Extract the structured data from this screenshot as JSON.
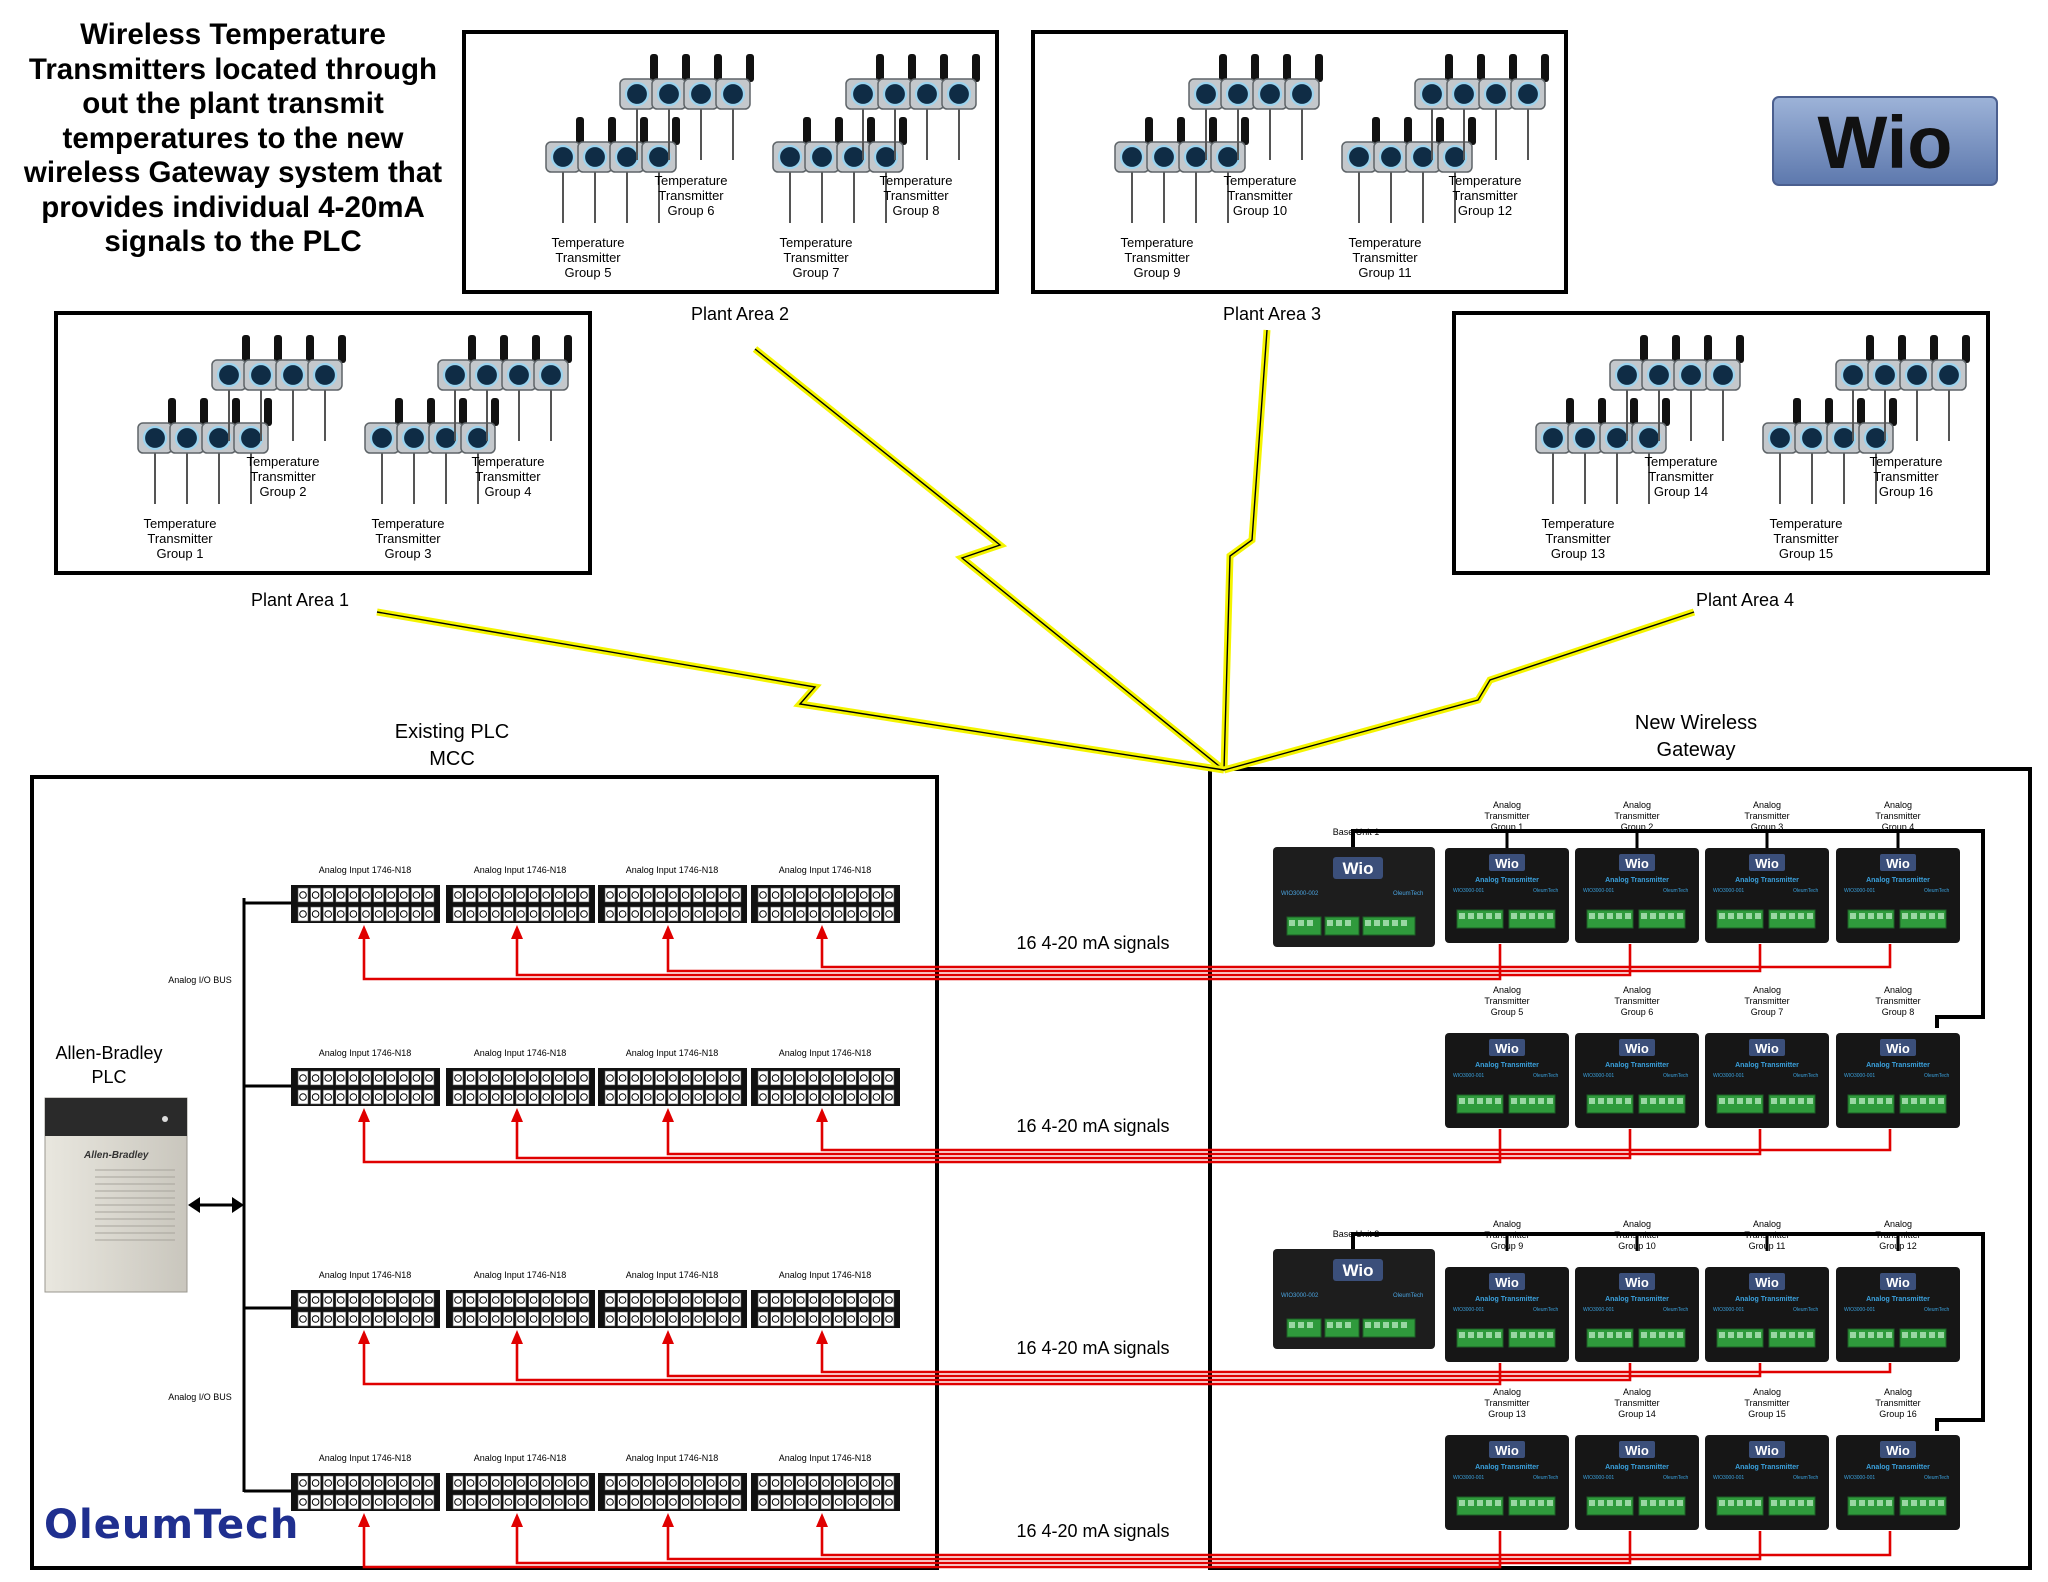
{
  "title": "Wireless Temperature Transmitters located through out the plant transmit temperatures to the new wireless Gateway system that provides individual 4-20mA signals to the PLC",
  "logo_text": "Wio",
  "brand": "OleumTech",
  "plant_areas": [
    {
      "label": "Plant Area 1",
      "groups": [
        {
          "line1": "Temperature",
          "line2": "Transmitter",
          "line3": "Group 1"
        },
        {
          "line1": "Temperature",
          "line2": "Transmitter",
          "line3": "Group 2"
        },
        {
          "line1": "Temperature",
          "line2": "Transmitter",
          "line3": "Group 3"
        },
        {
          "line1": "Temperature",
          "line2": "Transmitter",
          "line3": "Group 4"
        }
      ]
    },
    {
      "label": "Plant Area 2",
      "groups": [
        {
          "line1": "Temperature",
          "line2": "Transmitter",
          "line3": "Group 5"
        },
        {
          "line1": "Temperature",
          "line2": "Transmitter",
          "line3": "Group 6"
        },
        {
          "line1": "Temperature",
          "line2": "Transmitter",
          "line3": "Group 7"
        },
        {
          "line1": "Temperature",
          "line2": "Transmitter",
          "line3": "Group 8"
        }
      ]
    },
    {
      "label": "Plant Area 3",
      "groups": [
        {
          "line1": "Temperature",
          "line2": "Transmitter",
          "line3": "Group 9"
        },
        {
          "line1": "Temperature",
          "line2": "Transmitter",
          "line3": "Group 10"
        },
        {
          "line1": "Temperature",
          "line2": "Transmitter",
          "line3": "Group 11"
        },
        {
          "line1": "Temperature",
          "line2": "Transmitter",
          "line3": "Group 12"
        }
      ]
    },
    {
      "label": "Plant Area 4",
      "groups": [
        {
          "line1": "Temperature",
          "line2": "Transmitter",
          "line3": "Group 13"
        },
        {
          "line1": "Temperature",
          "line2": "Transmitter",
          "line3": "Group 14"
        },
        {
          "line1": "Temperature",
          "line2": "Transmitter",
          "line3": "Group 15"
        },
        {
          "line1": "Temperature",
          "line2": "Transmitter",
          "line3": "Group 16"
        }
      ]
    }
  ],
  "plc_panel": {
    "title_line1": "Existing PLC",
    "title_line2": "MCC",
    "plc_label_line1": "Allen-Bradley",
    "plc_label_line2": "PLC",
    "plc_face_text": "Allen-Bradley",
    "bus_label": "Analog I/O BUS",
    "module_label": "Analog Input 1746-N18"
  },
  "gateway_panel": {
    "title_line1": "New Wireless",
    "title_line2": "Gateway",
    "base_units": [
      "Base Unit 1",
      "Base Unit 2"
    ],
    "base_model": "WIO3000-002",
    "transmitter_model": "WIO3000-001",
    "module_title": "Analog Transmitter",
    "module_brand": "OleumTech",
    "analog_groups": [
      {
        "line1": "Analog",
        "line2": "Transmitter",
        "line3": "Group 1"
      },
      {
        "line1": "Analog",
        "line2": "Transmitter",
        "line3": "Group 2"
      },
      {
        "line1": "Analog",
        "line2": "Transmitter",
        "line3": "Group 3"
      },
      {
        "line1": "Analog",
        "line2": "Transmitter",
        "line3": "Group 4"
      },
      {
        "line1": "Analog",
        "line2": "Transmitter",
        "line3": "Group 5"
      },
      {
        "line1": "Analog",
        "line2": "Transmitter",
        "line3": "Group 6"
      },
      {
        "line1": "Analog",
        "line2": "Transmitter",
        "line3": "Group 7"
      },
      {
        "line1": "Analog",
        "line2": "Transmitter",
        "line3": "Group 8"
      },
      {
        "line1": "Analog",
        "line2": "Transmitter",
        "line3": "Group 9"
      },
      {
        "line1": "Analog",
        "line2": "Transmitter",
        "line3": "Group 10"
      },
      {
        "line1": "Analog",
        "line2": "Transmitter",
        "line3": "Group 11"
      },
      {
        "line1": "Analog",
        "line2": "Transmitter",
        "line3": "Group 12"
      },
      {
        "line1": "Analog",
        "line2": "Transmitter",
        "line3": "Group 13"
      },
      {
        "line1": "Analog",
        "line2": "Transmitter",
        "line3": "Group 14"
      },
      {
        "line1": "Analog",
        "line2": "Transmitter",
        "line3": "Group 15"
      },
      {
        "line1": "Analog",
        "line2": "Transmitter",
        "line3": "Group 16"
      }
    ]
  },
  "signal_label": "16 4-20 mA signals",
  "colors": {
    "wireless": "#f4f400",
    "signal_wire": "#e00000",
    "brand_blue": "#1f2f8f",
    "module_body": "#161616",
    "terminal_green": "#2f9a3c"
  }
}
